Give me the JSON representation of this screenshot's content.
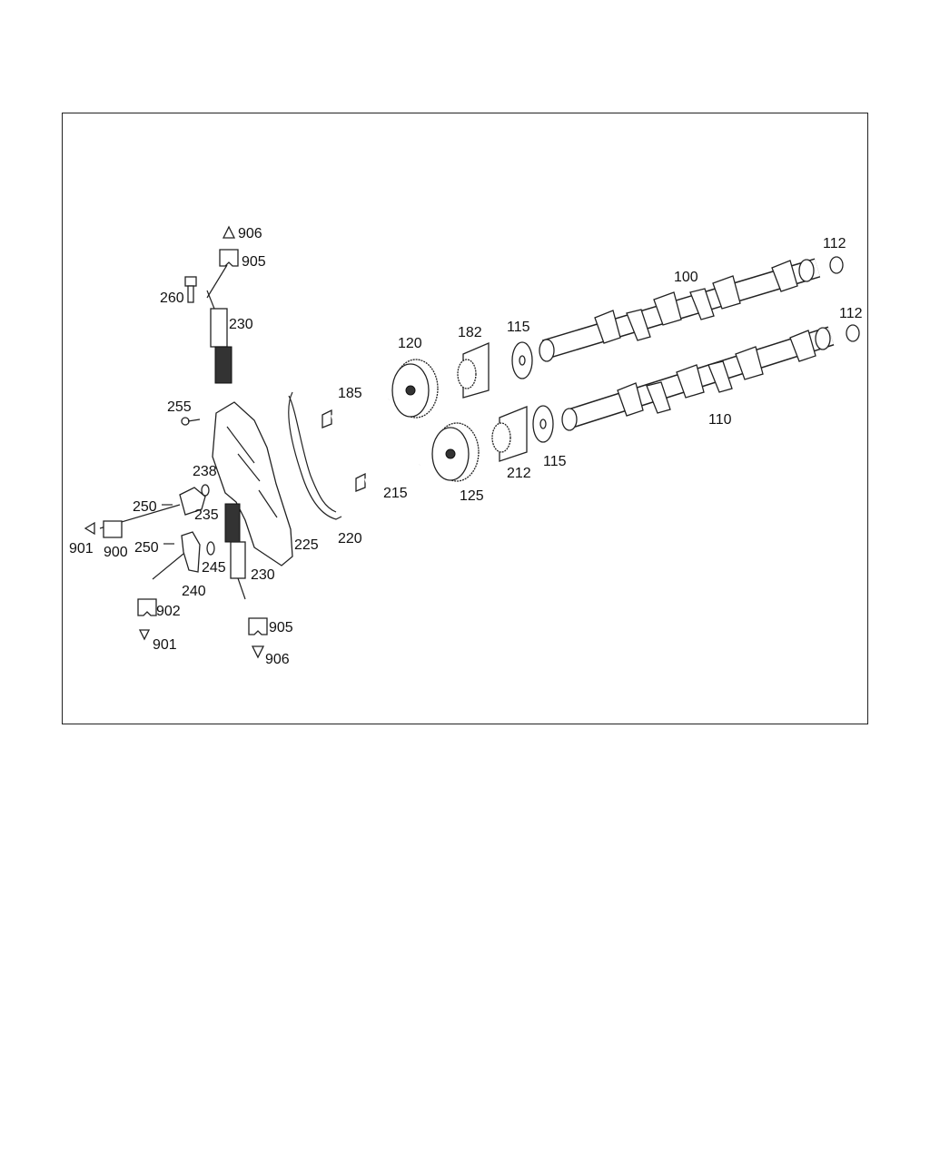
{
  "diagram": {
    "title": "Camshaft and camshaft adjuster exploded view",
    "labels": [
      "906",
      "905",
      "260",
      "230",
      "255",
      "238",
      "250",
      "235",
      "901",
      "900",
      "250",
      "245",
      "240",
      "230",
      "225",
      "220",
      "902",
      "901",
      "905",
      "906",
      "185",
      "120",
      "182",
      "115",
      "100",
      "112",
      "112",
      "110",
      "215",
      "125",
      "212",
      "115"
    ]
  }
}
